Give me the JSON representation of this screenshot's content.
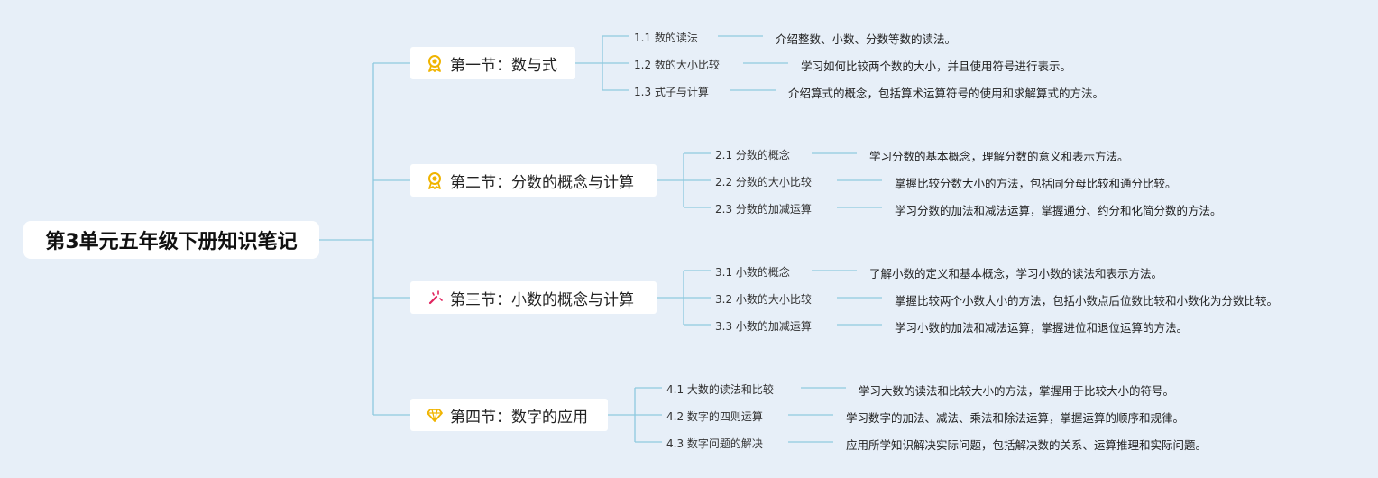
{
  "root": {
    "title": "第3单元五年级下册知识笔记"
  },
  "sections": [
    {
      "title": "第一节：数与式",
      "icon": "medal-icon",
      "items": [
        {
          "label": "1.1 数的读法",
          "desc": "介绍整数、小数、分数等数的读法。"
        },
        {
          "label": "1.2 数的大小比较",
          "desc": "学习如何比较两个数的大小，并且使用符号进行表示。"
        },
        {
          "label": "1.3 式子与计算",
          "desc": "介绍算式的概念，包括算术运算符号的使用和求解算式的方法。"
        }
      ]
    },
    {
      "title": "第二节：分数的概念与计算",
      "icon": "medal-icon",
      "items": [
        {
          "label": "2.1 分数的概念",
          "desc": "学习分数的基本概念，理解分数的意义和表示方法。"
        },
        {
          "label": "2.2 分数的大小比较",
          "desc": "掌握比较分数大小的方法，包括同分母比较和通分比较。"
        },
        {
          "label": "2.3 分数的加减运算",
          "desc": "学习分数的加法和减法运算，掌握通分、约分和化简分数的方法。"
        }
      ]
    },
    {
      "title": "第三节：小数的概念与计算",
      "icon": "magic-wand-icon",
      "items": [
        {
          "label": "3.1 小数的概念",
          "desc": "了解小数的定义和基本概念，学习小数的读法和表示方法。"
        },
        {
          "label": "3.2 小数的大小比较",
          "desc": "掌握比较两个小数大小的方法，包括小数点后位数比较和小数化为分数比较。"
        },
        {
          "label": "3.3 小数的加减运算",
          "desc": "学习小数的加法和减法运算，掌握进位和退位运算的方法。"
        }
      ]
    },
    {
      "title": "第四节：数字的应用",
      "icon": "diamond-icon",
      "items": [
        {
          "label": "4.1 大数的读法和比较",
          "desc": "学习大数的读法和比较大小的方法，掌握用于比较大小的符号。"
        },
        {
          "label": "4.2 数字的四则运算",
          "desc": "学习数字的加法、减法、乘法和除法运算，掌握运算的顺序和规律。"
        },
        {
          "label": "4.3 数字问题的解决",
          "desc": "应用所学知识解决实际问题，包括解决数的关系、运算推理和实际问题。"
        }
      ]
    }
  ],
  "colors": {
    "line": "#8ec9df",
    "background": "#e7eff8"
  }
}
